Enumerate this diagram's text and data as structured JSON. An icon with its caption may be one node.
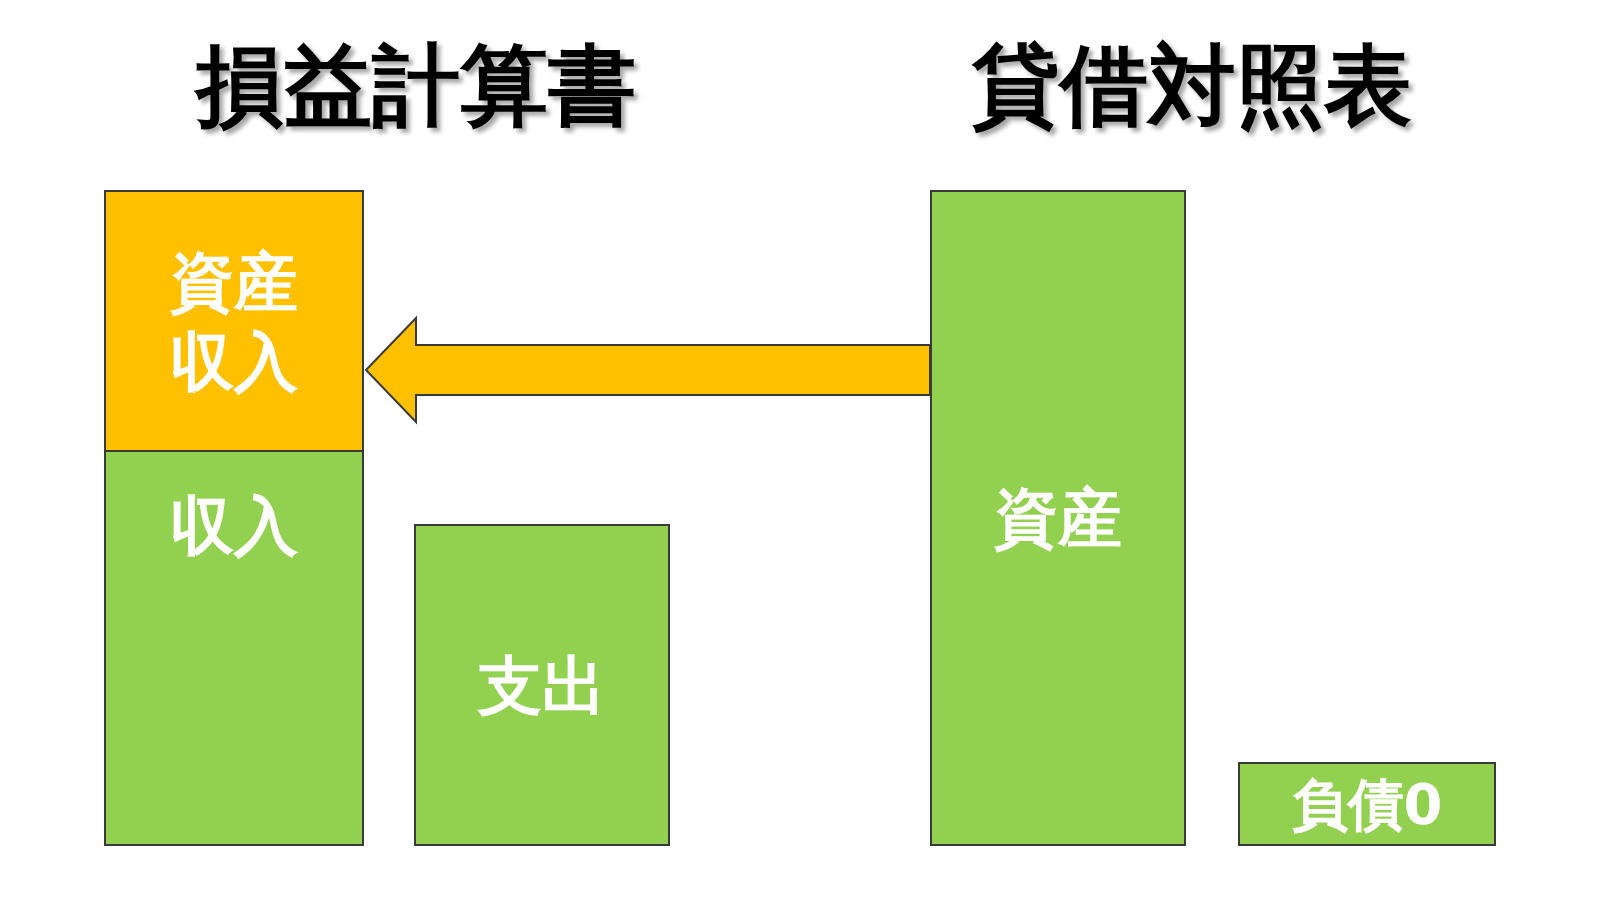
{
  "diagram": {
    "nodes": [
      {
        "text": [
          "資産収入"
        ]
      },
      {
        "text": [
          "収入"
        ]
      },
      {
        "text": [
          "支出"
        ]
      },
      {
        "text": [
          "資産"
        ]
      },
      {
        "text": [
          "負債0"
        ]
      }
    ],
    "edges": [
      {
        "from": 3,
        "to": 0,
        "arrow": "to"
      }
    ],
    "labels": [
      "損益計算書",
      "貸借対照表"
    ]
  }
}
